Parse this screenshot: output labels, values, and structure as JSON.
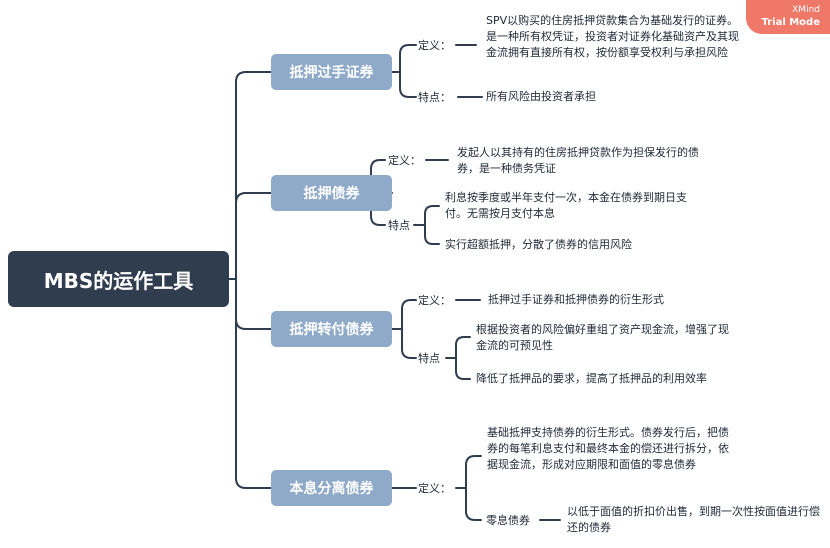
{
  "root": "MBS的运作工具",
  "watermark": {
    "line1": "XMind",
    "line2": "Trial Mode"
  },
  "colors": {
    "root": "#2f3d4f",
    "topic": "#8fa9c9",
    "line": "#2f3d4f",
    "badge": "#f07868"
  },
  "topics": [
    {
      "title": "抵押过手证券",
      "def_label": "定义：",
      "definition": "SPV以购买的住房抵押贷款集合为基础发行的证券。是一种所有权凭证，投资者对证券化基础资产及其现金流拥有直接所有权，按份额享受权利与承担风险",
      "feat_label": "特点：",
      "features": [
        "所有风险由投资者承担"
      ]
    },
    {
      "title": "抵押债券",
      "def_label": "定义：",
      "definition": "发起人以其持有的住房抵押贷款作为担保发行的债券，是一种债务凭证",
      "feat_label": "特点",
      "features": [
        "利息按季度或半年支付一次，本金在债券到期日支付。无需按月支付本息",
        "实行超额抵押，分散了债券的信用风险"
      ]
    },
    {
      "title": "抵押转付债券",
      "def_label": "定义：",
      "definition": "抵押过手证券和抵押债券的衍生形式",
      "feat_label": "特点",
      "features": [
        "根据投资者的风险偏好重组了资产现金流，增强了现金流的可预见性",
        "降低了抵押品的要求，提高了抵押品的利用效率"
      ]
    },
    {
      "title": "本息分离债券",
      "def_label": "定义：",
      "definition": "基础抵押支持债券的衍生形式。债券发行后，把债券的每笔利息支付和最终本金的偿还进行拆分，依据现金流，形成对应期限和面值的零息债券",
      "sub_label": "零息债券",
      "sub_text": "以低于面值的折扣价出售，到期一次性按面值进行偿还的债券"
    }
  ]
}
